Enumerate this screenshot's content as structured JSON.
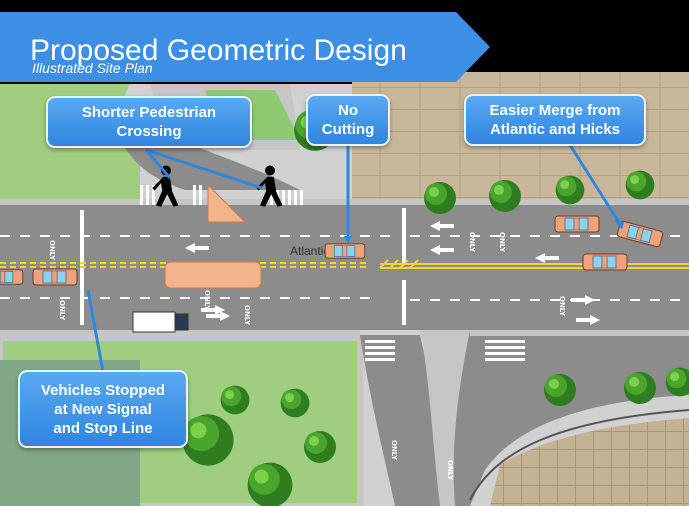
{
  "banner": {
    "title": "Proposed Geometric Design",
    "subtitle": "Illustrated Site Plan"
  },
  "callouts": {
    "pedestrian": {
      "line1": "Shorter Pedestrian",
      "line2": "Crossing"
    },
    "no_cutting": {
      "line1": "No",
      "line2": "Cutting"
    },
    "merge": {
      "line1": "Easier Merge from",
      "line2": "Atlantic and Hicks"
    },
    "vehicles": {
      "line1": "Vehicles Stopped",
      "line2": "at New Signal",
      "line3": "and Stop Line"
    }
  },
  "map": {
    "street_label": "Atlantic",
    "pavement_marking": "ONLY"
  },
  "colors": {
    "banner": "#3d8fe6",
    "callout": "#3a8fe5",
    "road": "#8c8c8c",
    "sidewalk": "#c6c6c6",
    "grass": "#9fcf7e",
    "building": "#c9b79a",
    "median": "#f3b48a",
    "car_body": "#f3a07c",
    "car_glass": "#8fd0ea"
  },
  "icons": [
    "pedestrian-icon",
    "car-icon",
    "truck-icon",
    "tree-icon",
    "arrow-icon"
  ]
}
